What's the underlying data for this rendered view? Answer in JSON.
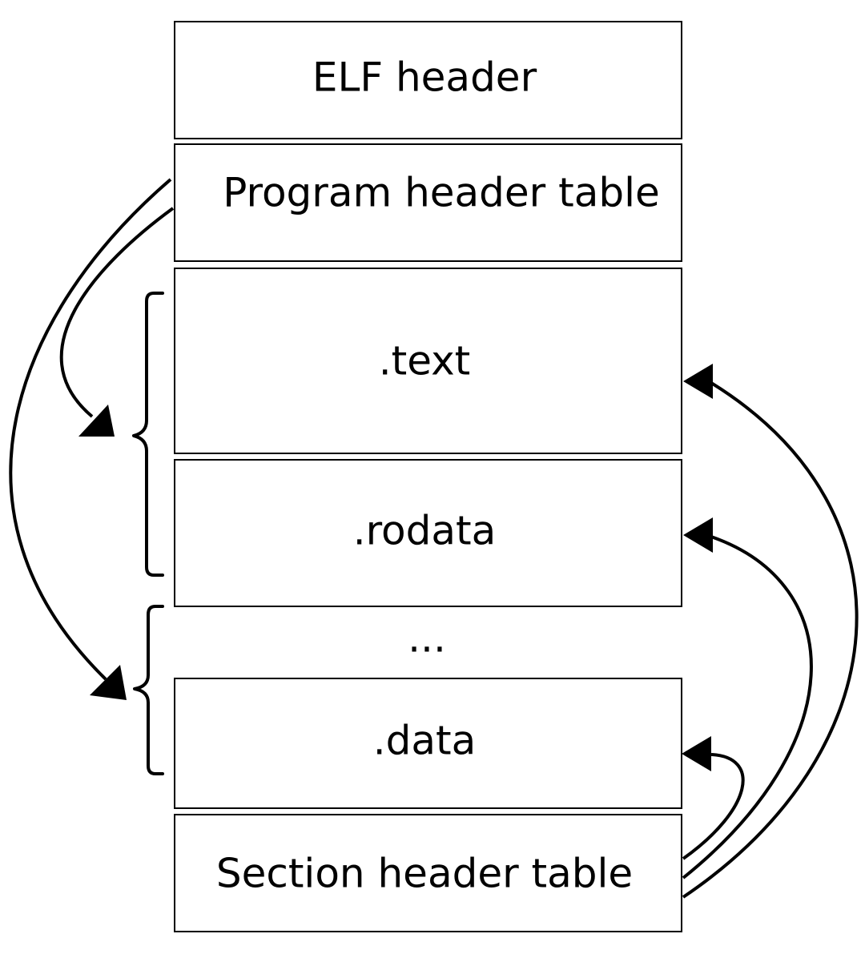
{
  "diagram": {
    "blocks": [
      {
        "id": "elf-header",
        "label": "ELF header"
      },
      {
        "id": "program-header-table",
        "label": "Program header table"
      },
      {
        "id": "text",
        "label": ".text"
      },
      {
        "id": "rodata",
        "label": ".rodata"
      },
      {
        "id": "ellipsis",
        "label": "..."
      },
      {
        "id": "data",
        "label": ".data"
      },
      {
        "id": "section-header-table",
        "label": "Section header table"
      }
    ],
    "segments": [
      {
        "id": "segment-1",
        "covers": [
          ".text",
          ".rodata"
        ]
      },
      {
        "id": "segment-2",
        "covers": [
          "...",
          ".data"
        ]
      }
    ],
    "references": [
      {
        "from": "Program header table",
        "to": "segment-1"
      },
      {
        "from": "Program header table",
        "to": "segment-2"
      },
      {
        "from": "Section header table",
        "to": ".text"
      },
      {
        "from": "Section header table",
        "to": ".rodata"
      },
      {
        "from": "Section header table",
        "to": ".data"
      }
    ],
    "colors": {
      "stroke": "#000000",
      "background": "#ffffff"
    }
  }
}
